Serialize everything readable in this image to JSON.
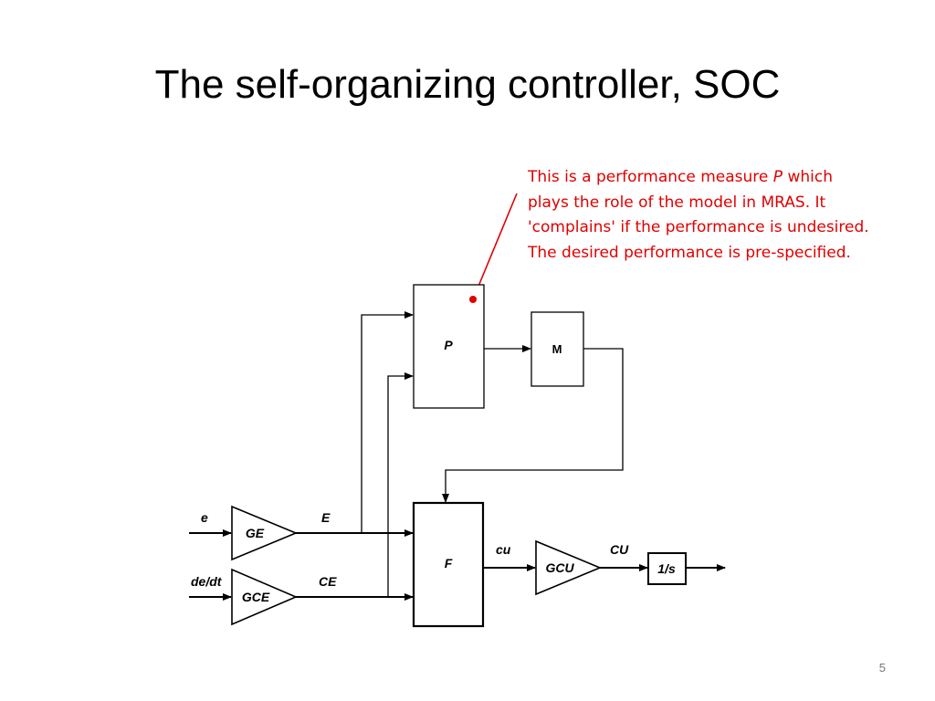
{
  "slide": {
    "title": "The self-organizing controller, SOC",
    "page_number": "5"
  },
  "callout": {
    "text_before": "This is a performance measure ",
    "text_italic": "P",
    "text_after": " which plays the role of the model in MRAS. It 'complains' if the performance is undesired. The desired performance is pre-specified.",
    "color": "#e00000"
  },
  "diagram": {
    "blocks": {
      "performance": "P",
      "modifier": "M",
      "fuzzy": "F",
      "integrator": "1/s"
    },
    "gains": {
      "error_gain": "GE",
      "change_error_gain": "GCE",
      "output_gain": "GCU"
    },
    "signals": {
      "error_in": "e",
      "derivative_in": "de/dt",
      "scaled_error": "E",
      "scaled_change_error": "CE",
      "change_output": "cu",
      "scaled_change_output": "CU"
    }
  }
}
